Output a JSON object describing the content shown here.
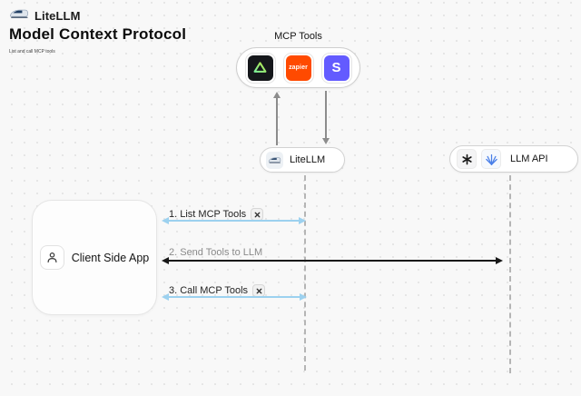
{
  "header": {
    "brand": "LiteLLM",
    "title": "Model Context Protocol",
    "subtitle": "List and call MCP tools"
  },
  "diagram": {
    "mcp_tools": {
      "label": "MCP Tools",
      "tools": [
        {
          "name": "green-triangle-tool",
          "text": ""
        },
        {
          "name": "zapier",
          "text": "zapier"
        },
        {
          "name": "stripe",
          "text": "S"
        }
      ]
    },
    "litellm_node": {
      "label": "LiteLLM"
    },
    "llm_api_node": {
      "label": "LLM API"
    },
    "client_node": {
      "label": "Client Side App"
    },
    "messages": [
      {
        "label": "1. List MCP Tools",
        "icon": "tools-icon",
        "arrow": "blue-double-headed"
      },
      {
        "label": "2. Send Tools to LLM",
        "arrow": "black-double-headed"
      },
      {
        "label": "3. Call MCP Tools",
        "icon": "tools-icon",
        "arrow": "blue-double-headed"
      }
    ]
  },
  "colors": {
    "background": "#f8f8f8",
    "arrow_blue": "#9cd1ef",
    "arrow_black": "#181818",
    "zapier_orange": "#ff4a00",
    "stripe_purple": "#635bff",
    "tool_tile_black": "#15171b",
    "triangle_green": "#7ef29a"
  }
}
